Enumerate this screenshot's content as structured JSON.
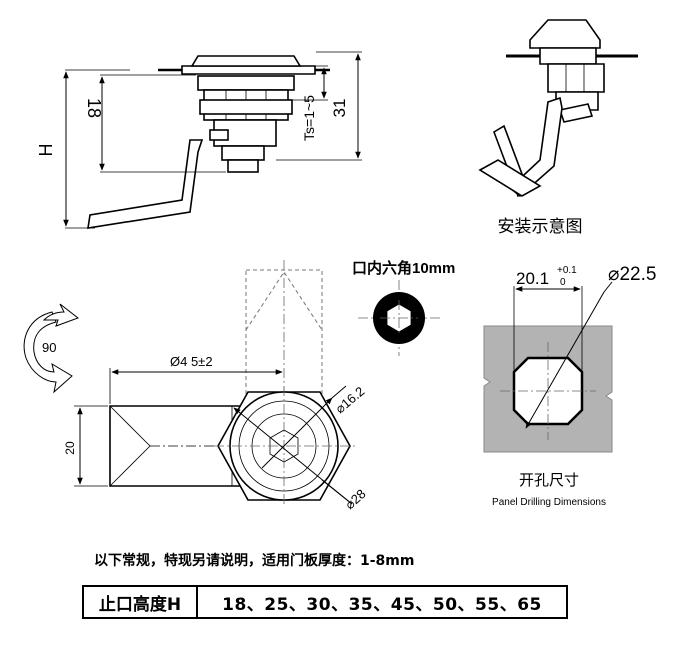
{
  "top_view": {
    "dim_h": "H",
    "dim_18": "18",
    "dim_ts": "Ts=1~5",
    "dim_31": "31"
  },
  "install_diagram": {
    "caption": "安装示意图"
  },
  "hex_socket": {
    "label": "口内六角10mm"
  },
  "panel_drilling": {
    "dim_width": "20.1",
    "tol_upper": "+0.1",
    "tol_lower": "0",
    "dim_diameter": "⌀22.5",
    "caption_cn": "开孔尺寸",
    "caption_en": "Panel Drilling Dimensions"
  },
  "front_view": {
    "rotation_label": "90",
    "dim_length": "Ø4 5±2",
    "dim_20": "20",
    "dim_16": "⌀16.2",
    "dim_28": "⌀28"
  },
  "note": "以下常规，特现另请说明，适用门板厚度：1-8mm",
  "height_table": {
    "label": "止口高度H",
    "values": "18、25、30、35、45、50、55、65"
  }
}
